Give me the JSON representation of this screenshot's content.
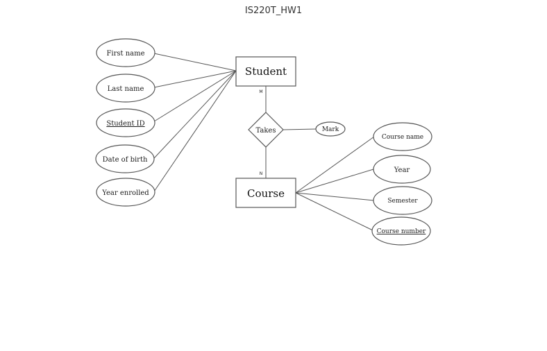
{
  "document": {
    "title": "IS220T_HW1"
  },
  "diagram": {
    "entities": {
      "student": "Student",
      "course": "Course"
    },
    "relationship": {
      "label": "Takes",
      "attribute": "Mark",
      "cardinality_student": "M",
      "cardinality_course": "N"
    },
    "student_attributes": {
      "first_name": "First name",
      "last_name": "Last name",
      "student_id": "Student ID",
      "date_of_birth": "Date of birth",
      "year_enrolled": "Year enrolled"
    },
    "course_attributes": {
      "course_name": "Course name",
      "year": "Year",
      "semester": "Semester",
      "course_number": "Course number"
    },
    "keys": [
      "Student ID",
      "Course number"
    ]
  }
}
